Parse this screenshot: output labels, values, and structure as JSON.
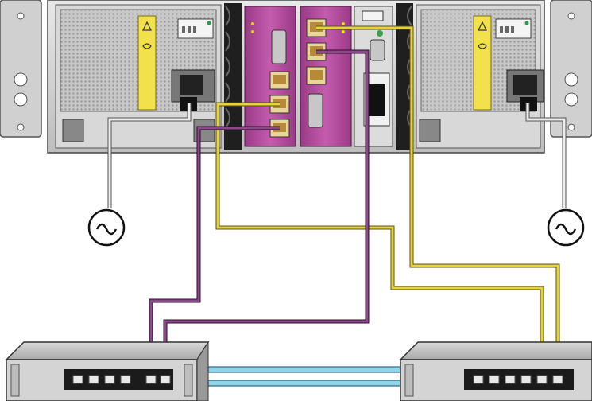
{
  "diagram": {
    "colors": {
      "chassis": "#d6d6d6",
      "chassis_dark": "#8a8a8a",
      "psu_mesh": "#bdbdbd",
      "warning_label": "#f2e14a",
      "controller_magenta": "#b2479a",
      "cable_yellow": "#e6d23a",
      "cable_purple": "#7b3b7a",
      "cable_blue": "#8fd3ea",
      "power_cable": "#bfbfbf"
    },
    "components": {
      "chassis": "storage-array-rear",
      "psu_left": "power-supply-0",
      "psu_right": "power-supply-1",
      "controller_left": "control-module-0",
      "controller_right": "control-module-1",
      "switch_left": "network-switch-0",
      "switch_right": "network-switch-1",
      "ac_left": "ac-power-source-0",
      "ac_right": "ac-power-source-1"
    },
    "cables": [
      {
        "name": "cable-purple-cm0-eth1",
        "color": "purple",
        "from": "control-module-0",
        "to": "network-switch-0"
      },
      {
        "name": "cable-yellow-cm0-eth0",
        "color": "yellow",
        "from": "control-module-0",
        "to": "network-switch-1"
      },
      {
        "name": "cable-purple-cm1-eth1",
        "color": "purple",
        "from": "control-module-1",
        "to": "network-switch-0"
      },
      {
        "name": "cable-yellow-cm1-eth0",
        "color": "yellow",
        "from": "control-module-1",
        "to": "network-switch-1"
      },
      {
        "name": "cable-blue-interswitch",
        "color": "blue",
        "from": "network-switch-0",
        "to": "network-switch-1"
      }
    ],
    "ac_symbol": "~"
  }
}
